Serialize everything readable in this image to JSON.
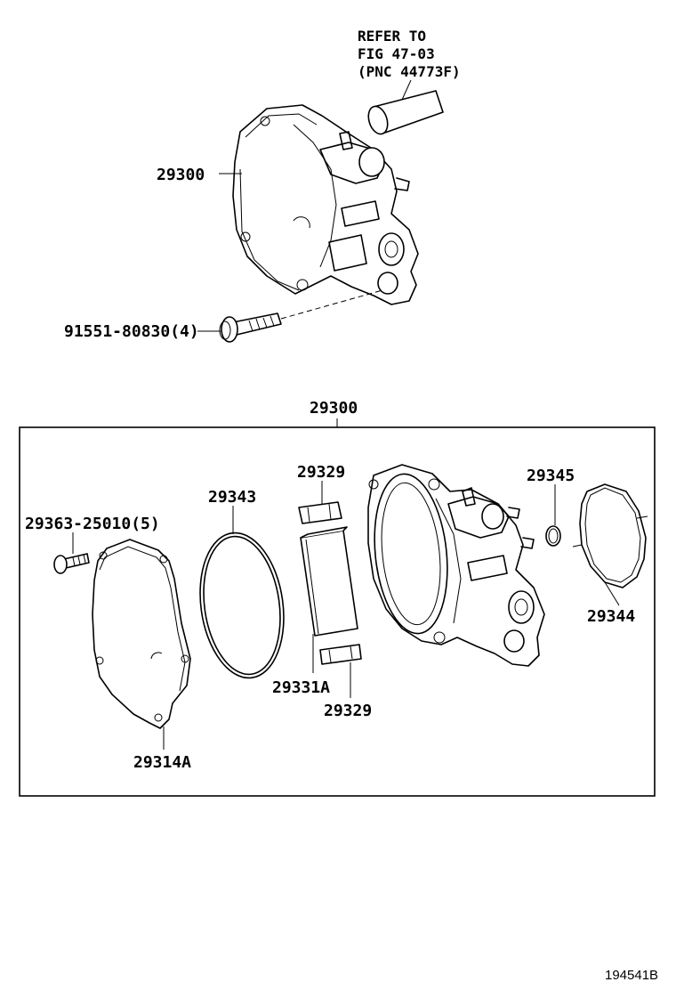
{
  "refer": {
    "line1": "REFER TO",
    "line2": "FIG 47-03",
    "line3": "(PNC 44773F)"
  },
  "labels": {
    "pump_top": "29300",
    "bolt_top": "91551-80830(4)",
    "assembly": "29300",
    "screw": "29363-25010(5)",
    "oring_large": "29343",
    "vane_top": "29329",
    "oring_small": "29345",
    "gasket": "29344",
    "rotor": "29331A",
    "vane_bottom": "29329",
    "cover": "29314A"
  },
  "figure_number": "194541B"
}
